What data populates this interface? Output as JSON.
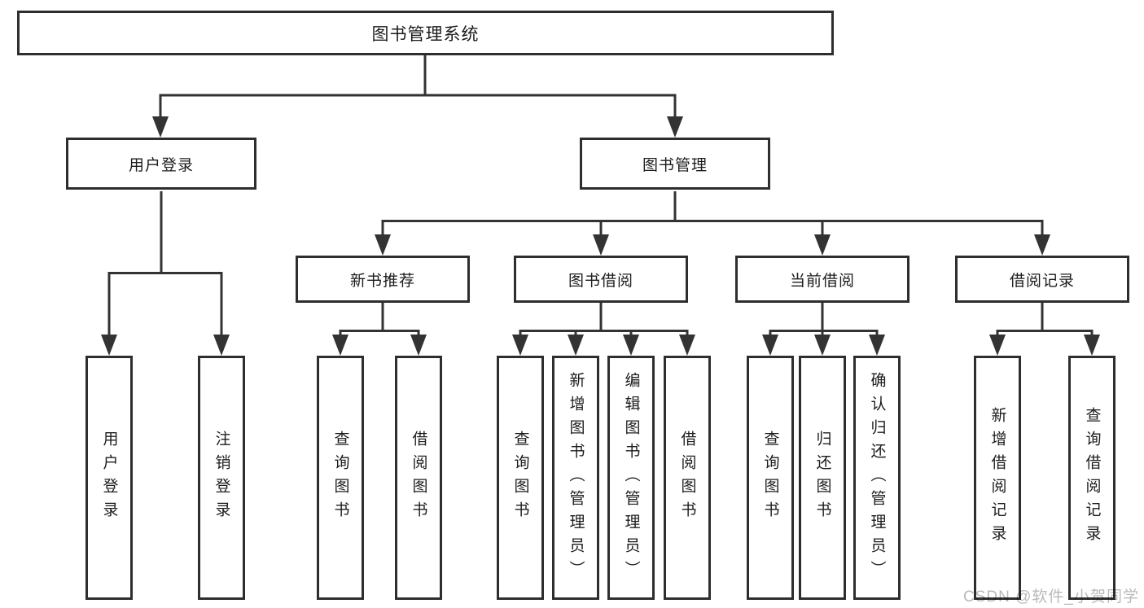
{
  "diagram_title": "图书管理系统",
  "tree": {
    "label": "图书管理系统",
    "children": [
      {
        "label": "用户登录",
        "children": [
          {
            "label": "用户登录"
          },
          {
            "label": "注销登录"
          }
        ]
      },
      {
        "label": "图书管理",
        "children": [
          {
            "label": "新书推荐",
            "children": [
              {
                "label": "查询图书"
              },
              {
                "label": "借阅图书"
              }
            ]
          },
          {
            "label": "图书借阅",
            "children": [
              {
                "label": "查询图书"
              },
              {
                "label": "新增图书（管理员）"
              },
              {
                "label": "编辑图书（管理员）"
              },
              {
                "label": "借阅图书"
              }
            ]
          },
          {
            "label": "当前借阅",
            "children": [
              {
                "label": "查询图书"
              },
              {
                "label": "归还图书"
              },
              {
                "label": "确认归还（管理员）"
              }
            ]
          },
          {
            "label": "借阅记录",
            "children": [
              {
                "label": "新增借阅记录"
              },
              {
                "label": "查询借阅记录"
              }
            ]
          }
        ]
      }
    ]
  },
  "watermark": {
    "text": "CSDN @软件_小贺同学"
  },
  "colors": {
    "line": "#333333",
    "box_border": "#2e2e2e",
    "text": "#1c1c1c",
    "watermark": "#b9b9b9",
    "background": "#ffffff"
  }
}
